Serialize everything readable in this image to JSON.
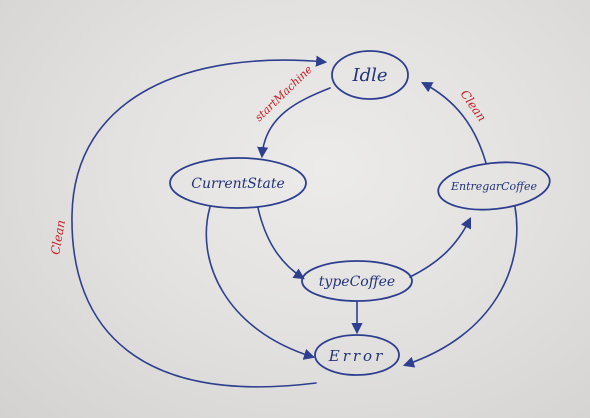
{
  "states": {
    "idle": "Idle",
    "current_state": "CurrentState",
    "type_coffee": "typeCoffee",
    "entregar_coffee": "EntregarCoffee",
    "error": "Error"
  },
  "transitions": {
    "start_machine": "startMachine",
    "clean_right": "Clean",
    "clean_left": "Clean"
  },
  "colors": {
    "ink_blue": "#2e3f8f",
    "ink_red": "#c4202a",
    "paper": "#e3e2e0"
  }
}
